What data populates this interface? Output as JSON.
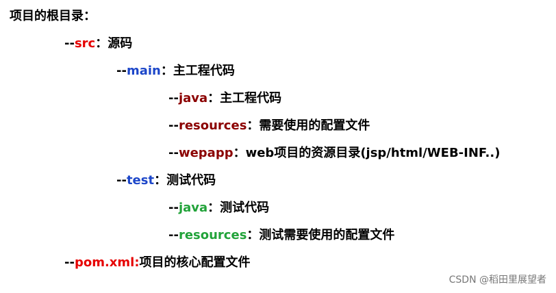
{
  "colors": {
    "red": "#e60000",
    "blue": "#1c46c9",
    "darkred": "#8b0000",
    "green": "#22a33a",
    "black": "#000000"
  },
  "tree": {
    "title": "项目的根目录：",
    "lines": [
      {
        "dash": "--",
        "name": "src",
        "sep": "：",
        "desc": "源码",
        "name_color": "#e60000",
        "sep_color": "#000000"
      },
      {
        "dash": "--",
        "name": "main",
        "sep": "：",
        "desc": "主工程代码",
        "name_color": "#1c46c9",
        "sep_color": "#000000"
      },
      {
        "dash": "--",
        "name": "java",
        "sep": "：",
        "desc": "主工程代码",
        "name_color": "#8b0000",
        "sep_color": "#000000"
      },
      {
        "dash": "--",
        "name": "resources",
        "sep": "：",
        "desc": "需要使用的配置文件",
        "name_color": "#8b0000",
        "sep_color": "#000000"
      },
      {
        "dash": "--",
        "name": "wepapp",
        "sep": "：",
        "desc": "web项目的资源目录(jsp/html/WEB-INF..)",
        "name_color": "#8b0000",
        "sep_color": "#000000"
      },
      {
        "dash": "--",
        "name": "test",
        "sep": "：",
        "desc": "测试代码",
        "name_color": "#1c46c9",
        "sep_color": "#000000"
      },
      {
        "dash": "--",
        "name": "java",
        "sep": "：",
        "desc": "测试代码",
        "name_color": "#22a33a",
        "sep_color": "#000000"
      },
      {
        "dash": "--",
        "name": "resources",
        "sep": "：",
        "desc": "测试需要使用的配置文件",
        "name_color": "#22a33a",
        "sep_color": "#000000"
      },
      {
        "dash": "--",
        "name": "pom.xml",
        "sep": ":",
        "desc": "项目的核心配置文件",
        "name_color": "#e60000",
        "sep_color": "#e60000"
      }
    ]
  },
  "watermark": "CSDN @稻田里展望者"
}
